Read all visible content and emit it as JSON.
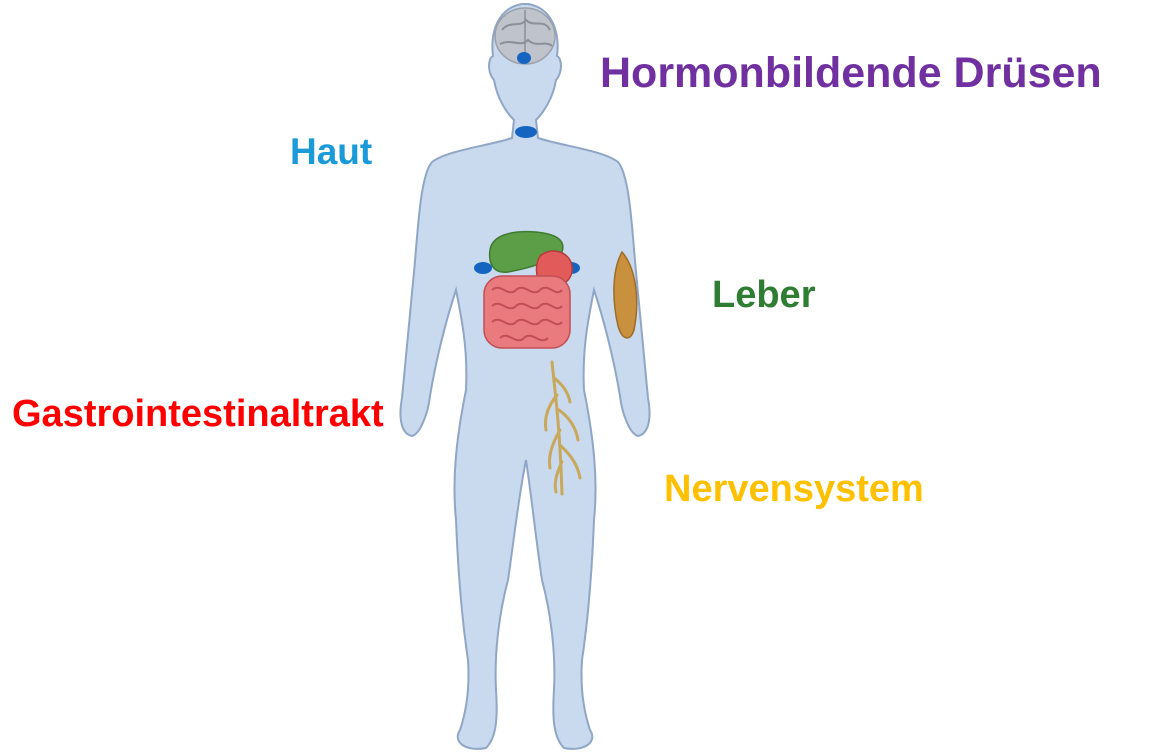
{
  "labels": {
    "hormones": {
      "text": "Hormonbildende Drüsen",
      "color": "#7030a0"
    },
    "skin": {
      "text": "Haut",
      "color": "#1a9ad8"
    },
    "liver": {
      "text": "Leber",
      "color": "#2e7d32"
    },
    "gi": {
      "text": "Gastrointestinaltrakt",
      "color": "#ff0000"
    },
    "nerves": {
      "text": "Nervensystem",
      "color": "#ffc000"
    }
  },
  "colors": {
    "body_fill": "#c9d9ee",
    "body_outline": "#8fa6c6",
    "marker": "#1565c0",
    "brain": "#bfc4cc",
    "liver_organ": "#5c9e48",
    "stomach": "#e25b5b",
    "intestine": "#e97a7e",
    "muscle": "#c9903e",
    "nerve": "#c8a85a"
  },
  "icons": [
    "human-body-figure",
    "brain-icon",
    "liver-icon",
    "stomach-icon",
    "intestine-icon",
    "muscle-icon",
    "nerve-icon"
  ]
}
